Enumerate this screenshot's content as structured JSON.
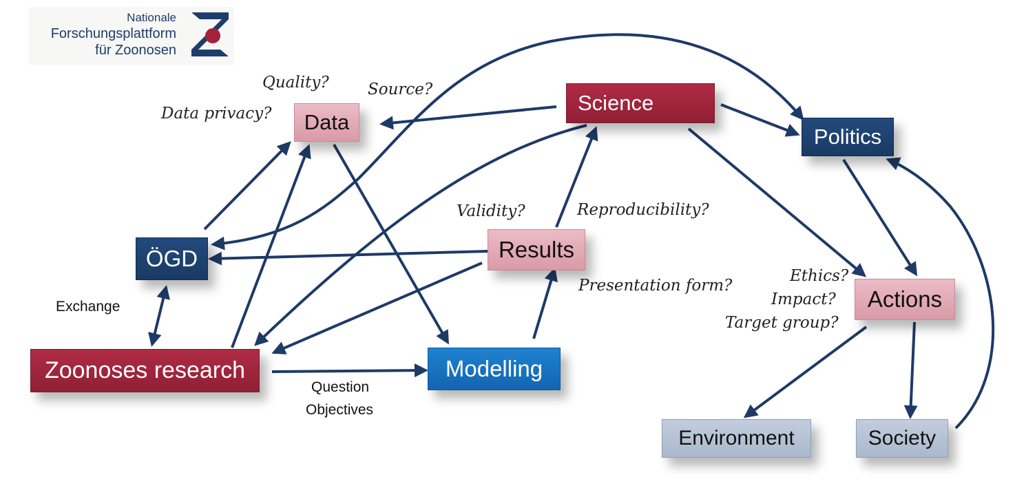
{
  "logo": {
    "line1": "Nationale",
    "line2": "Forschungsplattform",
    "line3": "für Zoonosen"
  },
  "nodes": {
    "data": "Data",
    "science": "Science",
    "politics": "Politics",
    "ogd": "ÖGD",
    "results": "Results",
    "actions": "Actions",
    "zoonoses": "Zoonoses research",
    "modelling": "Modelling",
    "environment": "Environment",
    "society": "Society"
  },
  "questions": {
    "quality": "Quality?",
    "source": "Source?",
    "privacy": "Data privacy?",
    "validity": "Validity?",
    "reproducibility": "Reproducibility?",
    "presentation": "Presentation form?",
    "ethics": "Ethics?",
    "impact": "Impact?",
    "target": "Target group?"
  },
  "labels": {
    "exchange": "Exchange",
    "question": "Question",
    "objectives": "Objectives"
  },
  "colors": {
    "crimson": "#9b2239",
    "navy": "#1d3f6e",
    "pink": "#e3adb8",
    "blue": "#1874c4",
    "grey": "#b5c3d6",
    "arrow": "#1e3a66",
    "logo_red": "#a3213a"
  }
}
